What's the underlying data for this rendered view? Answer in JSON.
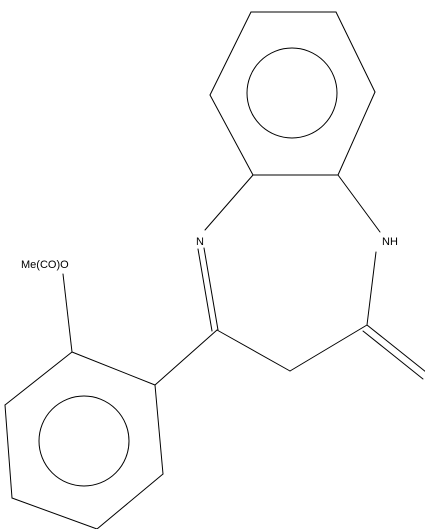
{
  "structure": {
    "atom_labels": {
      "n_imine": "N",
      "nh": "NH",
      "substituent": "Me(CO)O"
    }
  },
  "colors": {
    "line": "#000000",
    "background": "#ffffff"
  }
}
